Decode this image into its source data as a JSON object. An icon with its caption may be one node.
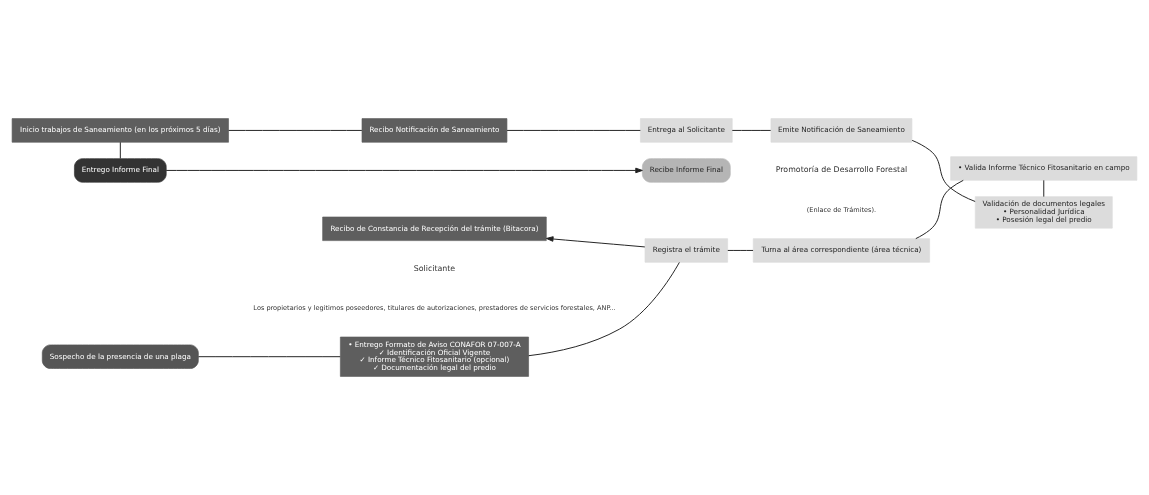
{
  "diagram": {
    "nodes": [
      {
        "text": [
          "Sospecho de la presencia de una plaga"
        ]
      },
      {
        "text": [
          "• Entrego Formato de Aviso CONAFOR 07-007-A",
          "✓ Identificación Oficial Vigente",
          "✓ Informe Técnico Fitosanitario (opcional)",
          "✓ Documentación legal del predio"
        ]
      },
      {
        "text": [
          "Registra el trámite"
        ]
      },
      {
        "text": [
          "Turna al área correspondiente (área técnica)"
        ]
      },
      {
        "text": [
          "• Valida Informe Técnico Fitosanitario en campo"
        ]
      },
      {
        "text": [
          "Validación de documentos legales",
          "• Personalidad Jurídica",
          "• Posesión legal del predio"
        ]
      },
      {
        "text": [
          "Emite Notificación de Saneamiento"
        ]
      },
      {
        "text": [
          "Entrega al Solicitante"
        ]
      },
      {
        "text": [
          "Recibo Notificación de Saneamiento"
        ]
      },
      {
        "text": [
          "Inicio trabajos de Saneamiento (en los próximos 5 días)"
        ]
      },
      {
        "text": [
          "Entrego Informe Final"
        ]
      },
      {
        "text": [
          "Recibe Informe Final"
        ]
      },
      {
        "text": [
          "Recibo de Constancia de Recepción del trámite (Bitacora)"
        ]
      }
    ],
    "edges": [
      {
        "from": 0,
        "to": 1,
        "arrow": "none"
      },
      {
        "from": 1,
        "to": 2,
        "arrow": "none"
      },
      {
        "from": 2,
        "to": 3,
        "arrow": "none"
      },
      {
        "from": 3,
        "to": 4,
        "arrow": "none"
      },
      {
        "from": 4,
        "to": 5,
        "arrow": "none"
      },
      {
        "from": 5,
        "to": 6,
        "arrow": "none"
      },
      {
        "from": 6,
        "to": 7,
        "arrow": "none"
      },
      {
        "from": 7,
        "to": 8,
        "arrow": "none"
      },
      {
        "from": 8,
        "to": 9,
        "arrow": "none"
      },
      {
        "from": 9,
        "to": 10,
        "arrow": "none"
      },
      {
        "from": 10,
        "to": 11,
        "arrow": "to"
      },
      {
        "from": 2,
        "to": 12,
        "arrow": "to"
      }
    ],
    "labels": [
      "Solicitante",
      "Los propietarios y legitimos poseedores, titulares de autorizaciones, prestadores de servicios forestales, ANP...",
      "Promotoría de Desarrollo Forestal",
      "(Enlace de Trámites)."
    ]
  }
}
